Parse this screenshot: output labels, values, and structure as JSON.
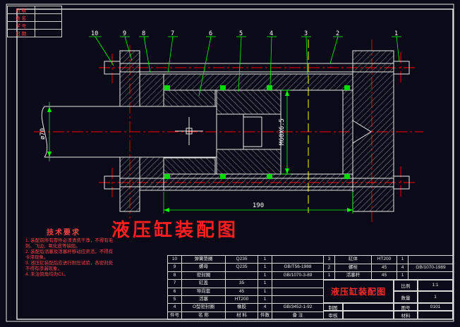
{
  "drawing_title": "液压缸装配图",
  "info_table": {
    "rows": [
      {
        "label": "班 级",
        "value": ""
      },
      {
        "label": "姓 名",
        "value": ""
      },
      {
        "label": "学 号",
        "value": ""
      },
      {
        "label": "日 期",
        "value": ""
      }
    ]
  },
  "tech_requirements": {
    "title": "技术要求",
    "items": [
      "1. 装配前所有零件必须清洗干净，不得有毛刺、飞边、氧化皮等缺陷。",
      "2. 装配后活塞及活塞杆移动应灵活，不得有卡滞现象。",
      "3. 液压缸装配后应进行耐压试验，各密封处不得有渗漏现象。",
      "4. 未注倒角均为C1。"
    ]
  },
  "callouts": {
    "c10": "10",
    "c9": "9",
    "c8": "8",
    "c7": "7",
    "c6": "6",
    "c5": "5",
    "c4": "4",
    "c3": "3",
    "c2": "2",
    "c1": "1"
  },
  "dimensions": {
    "rod_diameter": "ø70",
    "cylinder_length": "190",
    "piston_spec": "M60X6.5"
  },
  "bom_left": {
    "header": [
      "件号",
      "名 称",
      "材 料",
      "件数",
      "备 注"
    ],
    "rows": [
      [
        "10",
        "弹簧垫圈",
        "Q235",
        "1",
        ""
      ],
      [
        "9",
        "螺母",
        "Q235",
        "1",
        "GB/T56-1988"
      ],
      [
        "8",
        "密封圈",
        "",
        "1",
        "GB/1070-3-89"
      ],
      [
        "7",
        "缸盖",
        "35",
        "1",
        ""
      ],
      [
        "6",
        "导向套",
        "45",
        "1",
        ""
      ],
      [
        "5",
        "活塞",
        "HT200",
        "1",
        ""
      ],
      [
        "4",
        "O型密封圈",
        "橡胶",
        "4",
        "GB/3452-1-92"
      ]
    ]
  },
  "bom_right": {
    "rows": [
      [
        "3",
        "缸体",
        "HT200",
        "1",
        ""
      ],
      [
        "2",
        "螺栓",
        "45",
        "4",
        "GB/1070-1989"
      ],
      [
        "1",
        "活塞杆",
        "45",
        "1",
        ""
      ]
    ]
  },
  "titleblock": {
    "name": "液压缸装配图",
    "scale_label": "比例",
    "scale": "1:1",
    "qty_label": "数量",
    "qty": "1",
    "drawno_label": "图号",
    "drawno": "0101",
    "material_label": "材料",
    "material": "",
    "sign1_label": "制图",
    "sign1": "",
    "sign2_label": "审核",
    "sign2": ""
  }
}
